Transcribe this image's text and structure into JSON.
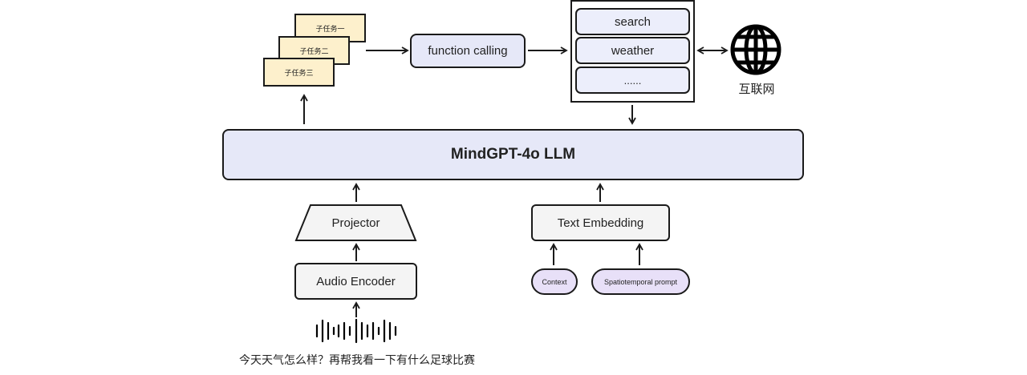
{
  "subtasks": [
    "子任务一",
    "子任务二",
    "子任务三"
  ],
  "function_calling": "function calling",
  "tools": [
    "search",
    "weather",
    "......"
  ],
  "internet_label": "互联网",
  "llm_label": "MindGPT-4o LLM",
  "projector": "Projector",
  "audio_encoder": "Audio Encoder",
  "text_embedding": "Text Embedding",
  "context": "Context",
  "spatiotemporal_prompt": "Spatiotemporal prompt",
  "user_query": "今天天气怎么样？再帮我看一下有什么足球比赛",
  "colors": {
    "subtask_fill": "#fdf0cc",
    "llm_fill": "#e6e8f8",
    "tool_fill": "#eceefb",
    "gray_fill": "#f4f4f4",
    "pill_fill": "#e8e0f8",
    "stroke": "#1a1a1a"
  }
}
